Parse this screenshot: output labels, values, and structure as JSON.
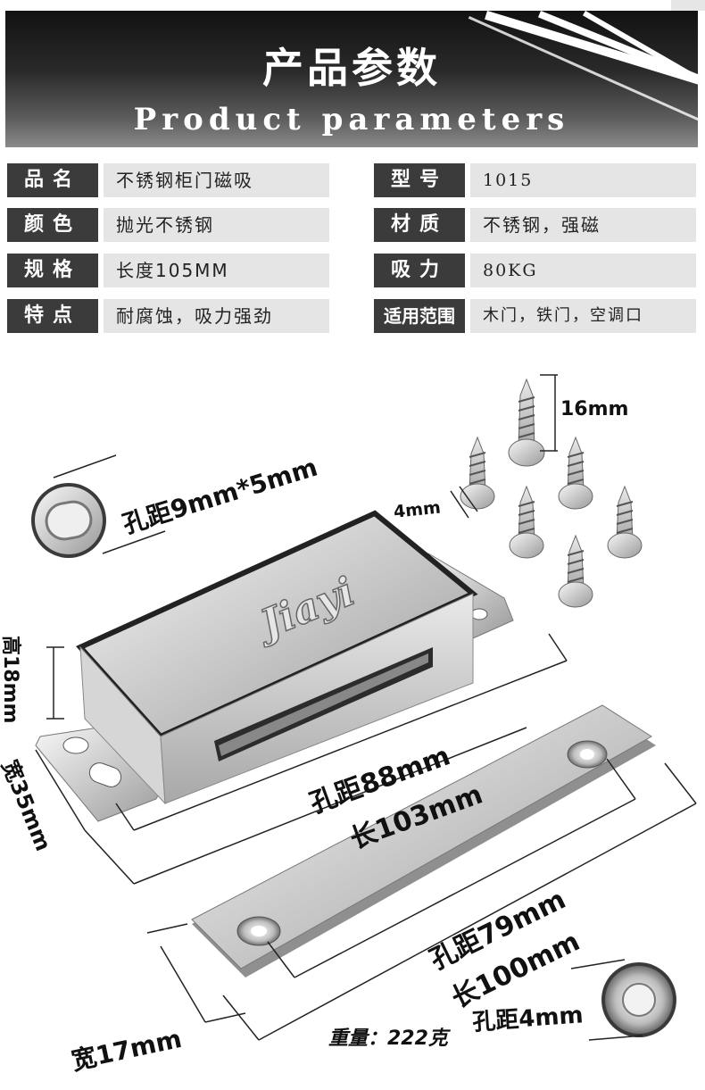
{
  "header": {
    "title_cn": "产品参数",
    "title_en": "Product parameters"
  },
  "params": [
    {
      "label": "品名",
      "value": "不锈钢柜门磁吸"
    },
    {
      "label": "型号",
      "value": "1015"
    },
    {
      "label": "颜色",
      "value": "抛光不锈钢"
    },
    {
      "label": "材质",
      "value": "不锈钢，强磁"
    },
    {
      "label": "规格",
      "value": "长度105MM"
    },
    {
      "label": "吸力",
      "value": "80KG"
    },
    {
      "label": "特点",
      "value": "耐腐蚀，吸力强劲"
    },
    {
      "label": "适用范围",
      "value": "木门，铁门，空调口"
    }
  ],
  "product": {
    "brand_logo": "Jiayi",
    "dimensions": {
      "hole_slot": "孔距9mm*5mm",
      "screw_length": "16mm",
      "screw_diameter": "4mm",
      "height": "高18mm",
      "width_main": "宽35mm",
      "hole_distance_main": "孔距88mm",
      "length_main": "长103mm",
      "hole_distance_plate": "孔距79mm",
      "length_plate": "长100mm",
      "width_plate": "宽17mm",
      "hole_plate": "孔距4mm",
      "weight": "重量：222克"
    }
  },
  "colors": {
    "label_bg": "#3b3b3b",
    "value_bg": "#e5e5e5",
    "banner_dark": "#121212"
  }
}
